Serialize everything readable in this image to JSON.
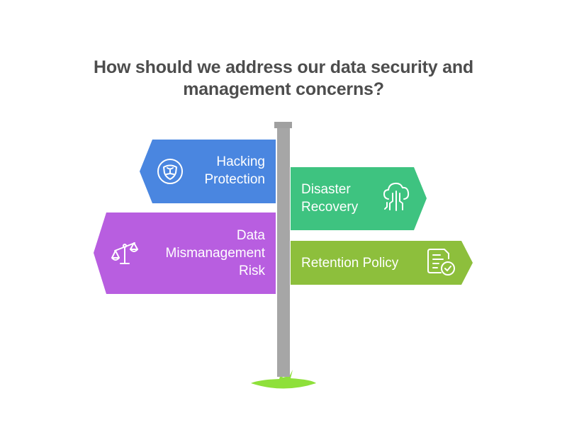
{
  "title": {
    "line1": "How should we address our data security and",
    "line2": "management concerns?"
  },
  "signs": [
    {
      "id": "hacking-protection",
      "direction": "left",
      "lines": [
        "Hacking",
        "Protection"
      ],
      "icon": "shield-icon",
      "color": "#4a86e0"
    },
    {
      "id": "disaster-recovery",
      "direction": "right",
      "lines": [
        "Disaster",
        "Recovery"
      ],
      "icon": "cloud-network-icon",
      "color": "#3ec380"
    },
    {
      "id": "data-mismanagement-risk",
      "direction": "left",
      "lines": [
        "Data",
        "Mismanagement",
        "Risk"
      ],
      "icon": "scales-icon",
      "color": "#b85ee0"
    },
    {
      "id": "retention-policy",
      "direction": "right",
      "lines": [
        "Retention Policy"
      ],
      "icon": "document-check-icon",
      "color": "#8dbf3c"
    }
  ],
  "colors": {
    "pole": "#a6a6a6",
    "pole_cap": "#a0a0a0",
    "grass": "#8ee03a",
    "title": "#4d4d4d"
  }
}
